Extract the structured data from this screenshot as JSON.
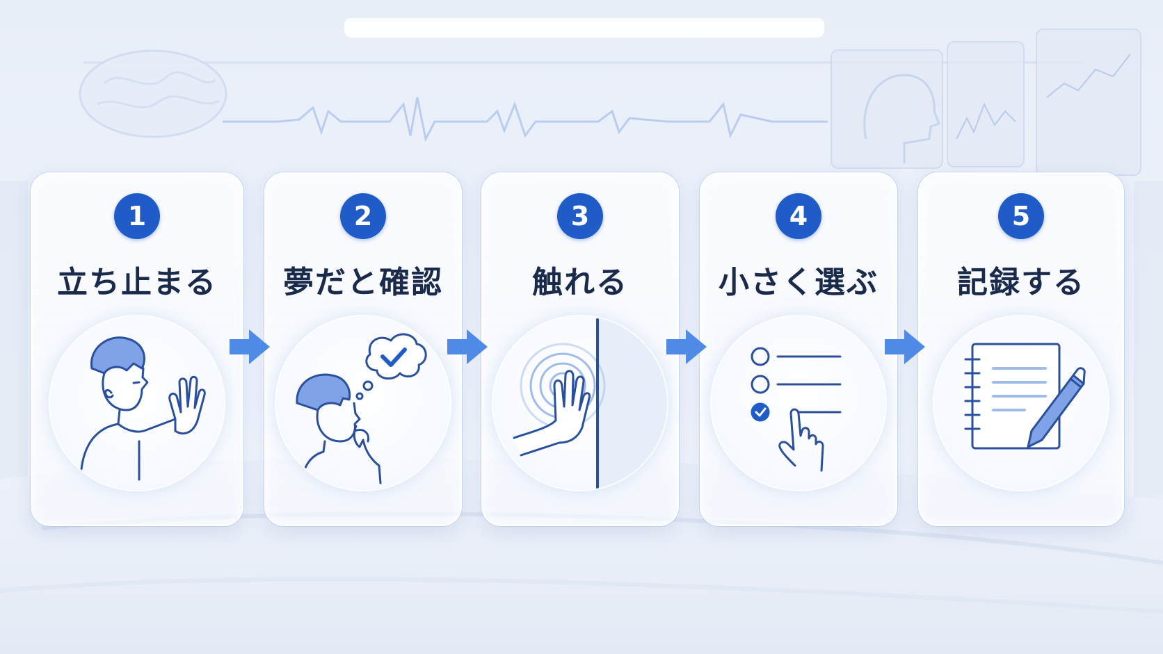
{
  "steps": [
    {
      "number": "1",
      "label": "立ち止まる",
      "icon": "stop-hand-person-icon"
    },
    {
      "number": "2",
      "label": "夢だと確認",
      "icon": "thinking-person-check-icon"
    },
    {
      "number": "3",
      "label": "触れる",
      "icon": "hand-touch-wall-icon"
    },
    {
      "number": "4",
      "label": "小さく選ぶ",
      "icon": "checklist-select-icon"
    },
    {
      "number": "5",
      "label": "記録する",
      "icon": "notebook-pen-icon"
    }
  ],
  "colors": {
    "accent": "#1f5cc7",
    "line": "#2a4f9c",
    "fill": "#7fa3e6",
    "text": "#1a2a4a"
  }
}
